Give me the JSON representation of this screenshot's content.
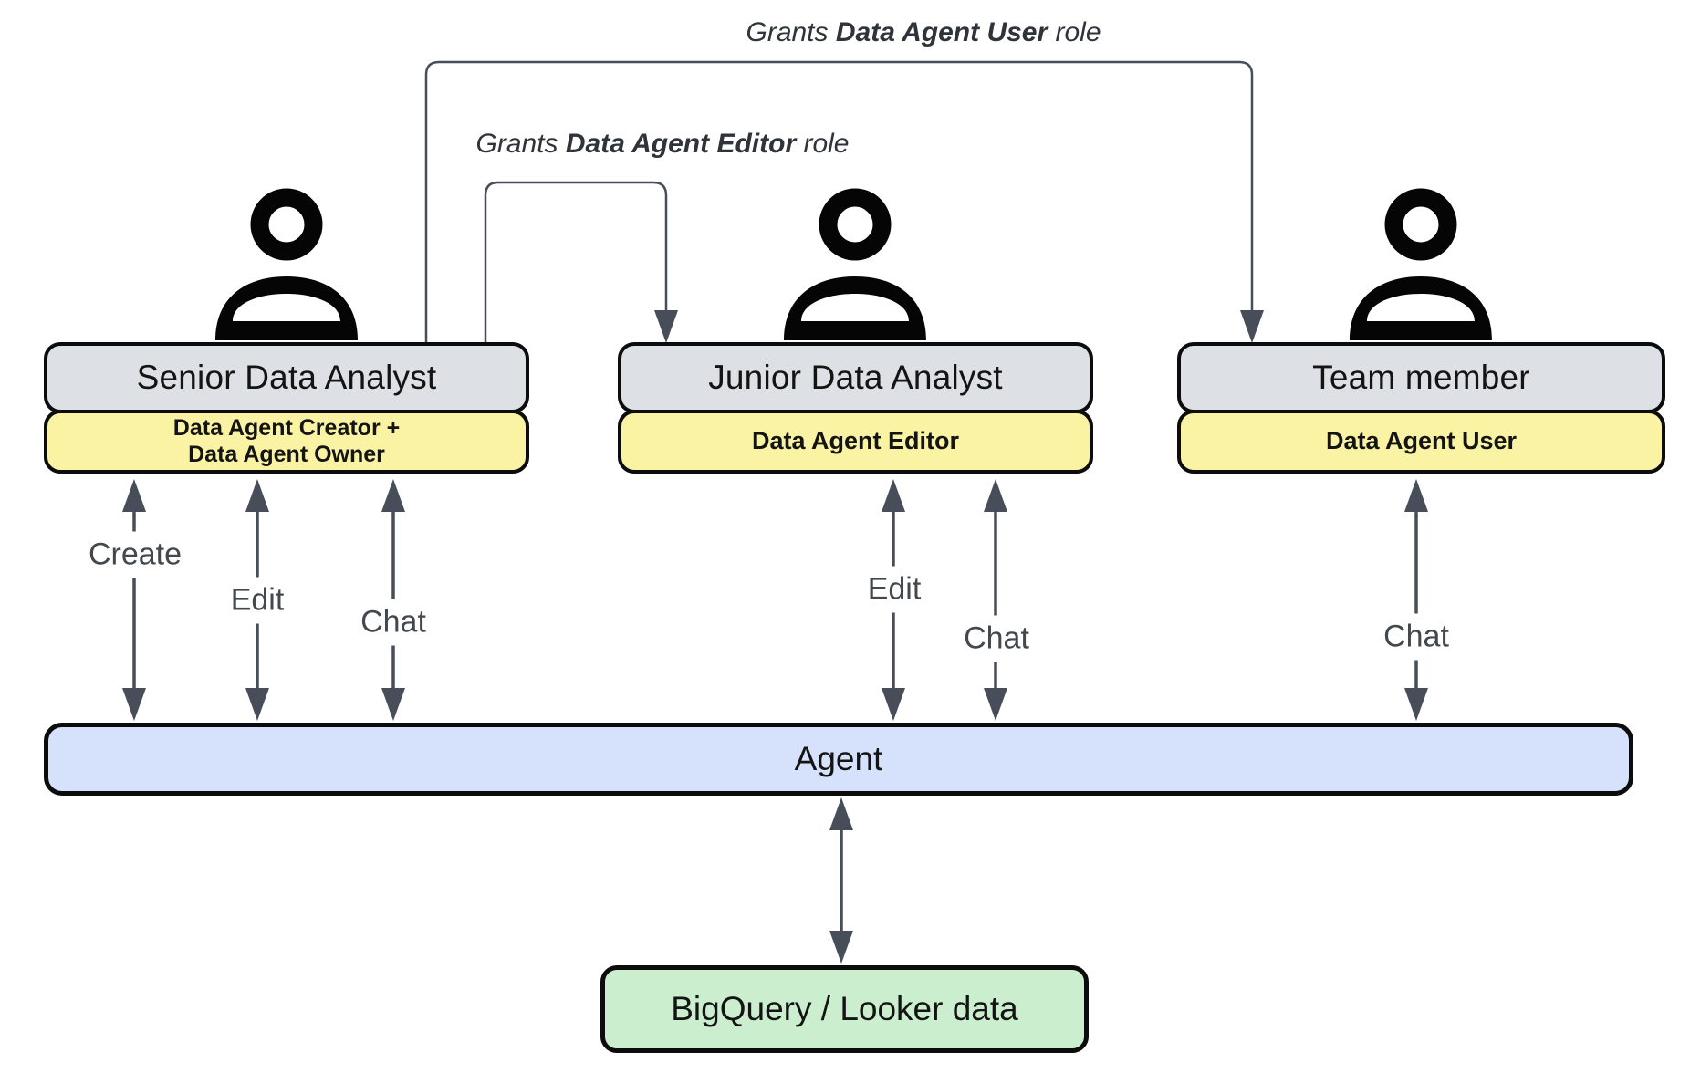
{
  "diagram": {
    "grant_labels": [
      {
        "prefix": "Grants ",
        "role": "Data Agent User",
        "suffix": " role"
      },
      {
        "prefix": "Grants ",
        "role": "Data Agent Editor",
        "suffix": " role"
      }
    ],
    "actors": [
      {
        "title": "Senior Data Analyst",
        "role_lines": [
          "Data Agent Creator +",
          "Data Agent Owner"
        ],
        "actions": [
          "Create",
          "Edit",
          "Chat"
        ]
      },
      {
        "title": "Junior Data Analyst",
        "role_lines": [
          "Data Agent Editor"
        ],
        "actions": [
          "Edit",
          "Chat"
        ]
      },
      {
        "title": "Team member",
        "role_lines": [
          "Data Agent User"
        ],
        "actions": [
          "Chat"
        ]
      }
    ],
    "agent_label": "Agent",
    "datasource_label": "BigQuery / Looker data",
    "colors": {
      "actor_box": "#dde1e6",
      "role_box": "#faf3a3",
      "agent_bar": "#d6e2fb",
      "datasource_box": "#cbefce",
      "arrow": "#474e59"
    }
  }
}
